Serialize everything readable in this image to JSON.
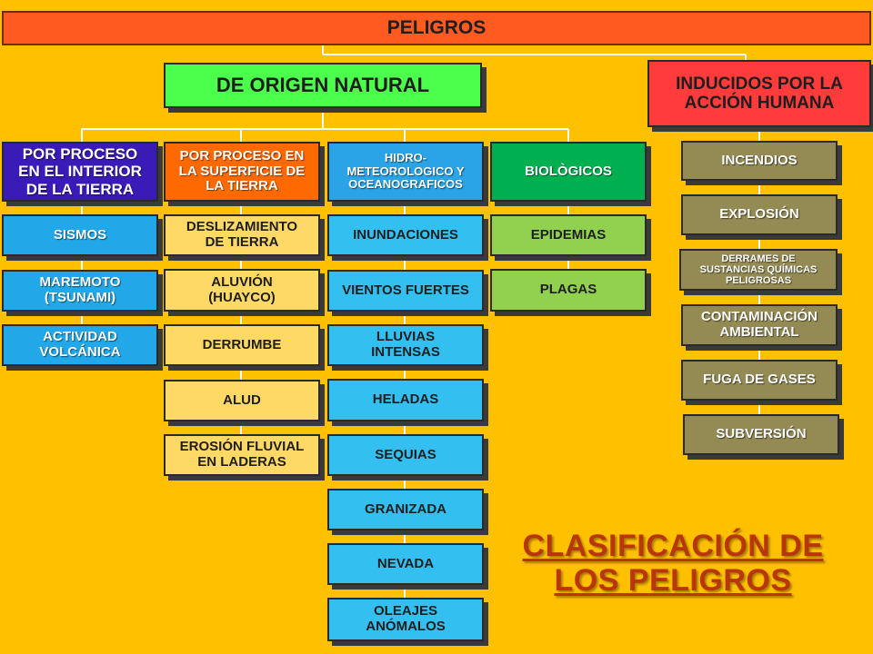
{
  "root": "PELIGROS",
  "natural": "DE ORIGEN NATURAL",
  "human": "INDUCIDOS POR LA\nACCIÓN HUMANA",
  "columns": [
    {
      "header": "POR PROCESO\nEN EL INTERIOR\nDE LA TIERRA",
      "color": "#3a1bb8",
      "item_color": "#22a8e8",
      "items": [
        "SISMOS",
        "MAREMOTO\n(TSUNAMI)",
        "ACTIVIDAD\nVOLCÁNICA"
      ]
    },
    {
      "header": "POR PROCESO EN\nLA SUPERFICIE DE\nLA TIERRA",
      "color": "#ff6a00",
      "item_color": "#ffd966",
      "items": [
        "DESLIZAMIENTO\nDE TIERRA",
        "ALUVIÓN\n(HUAYCO)",
        "DERRUMBE",
        "ALUD",
        "EROSIÓN FLUVIAL\nEN LADERAS"
      ]
    },
    {
      "header": "HIDRO-\nMETEOROLOGICO Y\nOCEANOGRAFICOS",
      "color": "#2aa4e6",
      "item_color": "#33c0f0",
      "items": [
        "INUNDACIONES",
        "VIENTOS FUERTES",
        "LLUVIAS\nINTENSAS",
        "HELADAS",
        "SEQUIAS",
        "GRANIZADA",
        "NEVADA",
        "OLEAJES\nANÓMALOS"
      ]
    },
    {
      "header": "BIOLÒGICOS",
      "color": "#00b050",
      "item_color": "#92d050",
      "items": [
        "EPIDEMIAS",
        "PLAGAS"
      ]
    }
  ],
  "human_items": [
    "INCENDIOS",
    "EXPLOSIÓN",
    "DERRAMES DE\nSUSTANCIAS QUÍMICAS\nPELIGROSAS",
    "CONTAMINACIÓN\nAMBIENTAL",
    "FUGA DE GASES",
    "SUBVERSIÓN"
  ],
  "title": "CLASIFICACIÓN DE\nLOS PELIGROS",
  "colors": {
    "background": "#ffc000",
    "root": "#ff5a1f",
    "natural": "#4cff4c",
    "human": "#ff3b3b",
    "human_item": "#948a54",
    "title": "#b8360a"
  }
}
